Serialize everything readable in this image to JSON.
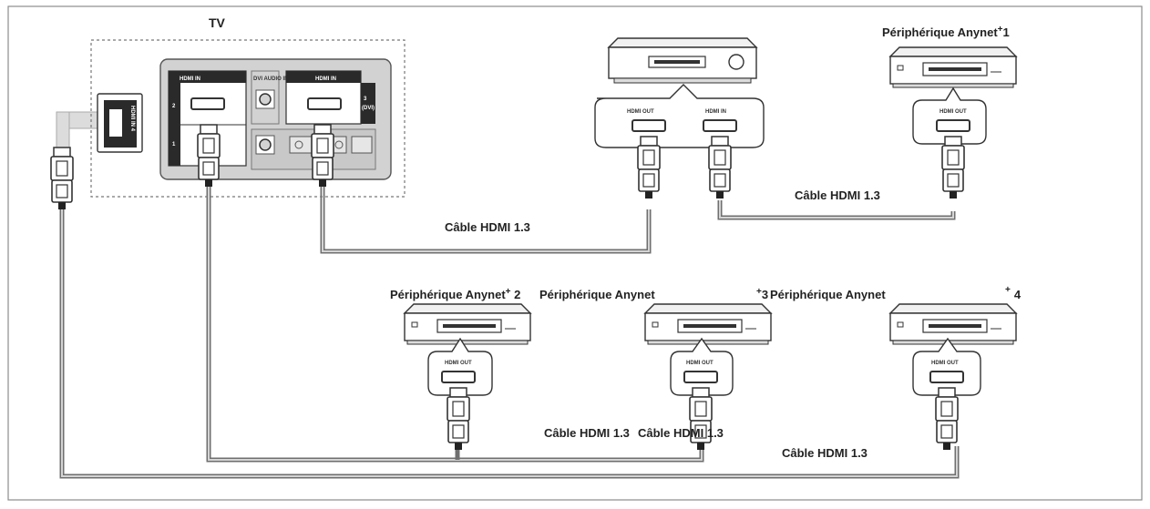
{
  "diagram": {
    "tv_label": "TV",
    "cable_labels": {
      "main": "Câble HDMI 1.3",
      "anynet1": "Câble HDMI 1.3",
      "pair_left": "Câble HDMI 1.3",
      "pair_right": "Câble HDMI 1.3",
      "bottom": "Câble HDMI 1.3"
    },
    "devices": {
      "d1": {
        "label": "Périphérique Anynet",
        "sup": "+",
        "num": "1"
      },
      "d2": {
        "label": "Périphérique Anynet",
        "sup": "+",
        "num": " 2"
      },
      "d3": {
        "label": "Périphérique Anynet",
        "sup": "+",
        "num": "3"
      },
      "d4": {
        "label": "Périphérique Anynet",
        "sup": "+",
        "num": "4"
      }
    },
    "ports": {
      "hdmi_out": "HDMI OUT",
      "hdmi_in": "HDMI IN",
      "tv_hdmi_in": "HDMI IN",
      "tv_dvi_audio": "DVI AUDIO IN",
      "tv_side_hdmi": "HDMI IN 4",
      "tv_num_1": "1",
      "tv_num_2": "2",
      "tv_num_3": "3",
      "tv_dvi": "(DVI)"
    },
    "colors": {
      "cable": "#6f6f6f",
      "cable_light": "#d4d4d4",
      "panel": "#d2d2d2",
      "port_dark": "#2a2a2a",
      "frame": "#8c8c8c"
    }
  }
}
